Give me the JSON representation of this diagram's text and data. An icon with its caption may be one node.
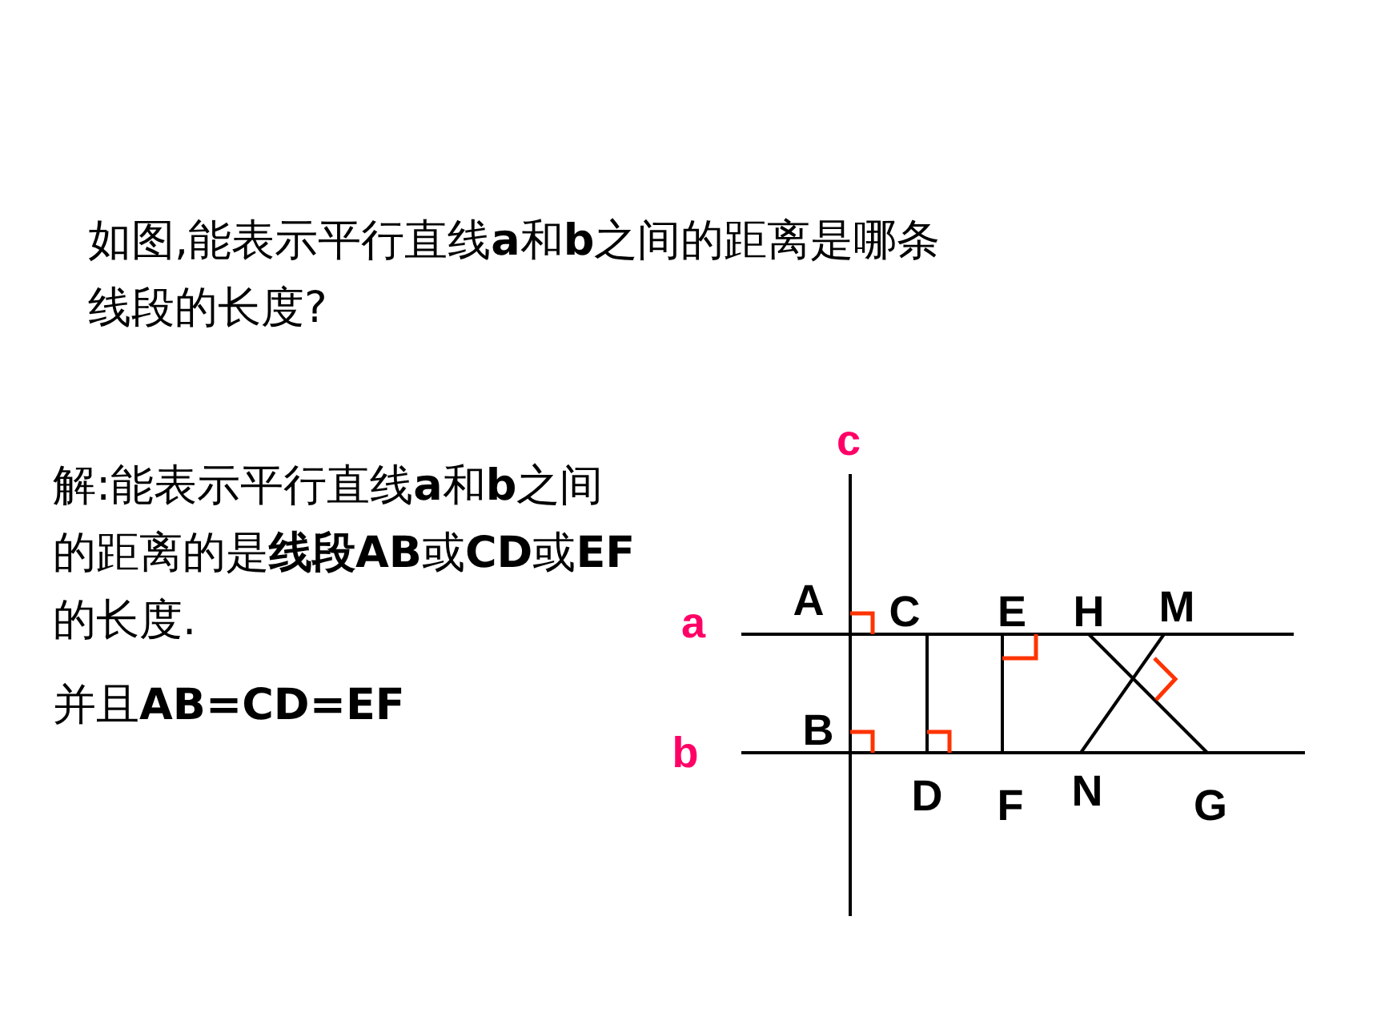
{
  "diagram": {
    "labels": [
      "如图,能表示平行直线**a**和**b**之间的距离是哪条线段的长度?",
      "解:能表示平行直线**a**和**b**之间的距离的是**线段AB**或**CD**或**EF**的长度.",
      "并且**AB=CD=EF**",
      "c",
      "A",
      "C",
      "E",
      "H",
      "M",
      "a",
      "B",
      "b",
      "D",
      "F",
      "N",
      "G"
    ]
  }
}
